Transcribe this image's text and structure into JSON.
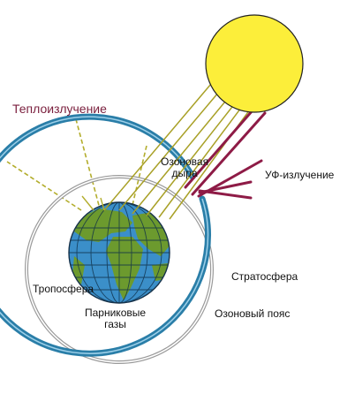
{
  "labels": {
    "heat_radiation": "Теплоизлучение",
    "ozone_hole_line1": "Озоновая",
    "ozone_hole_line2": "дыра",
    "uv_radiation": "УФ-излучение",
    "stratosphere": "Стратосфера",
    "troposphere": "Тропосфера",
    "greenhouse_line1": "Парниковые",
    "greenhouse_line2": "газы",
    "ozone_layer": "Озоновый пояс"
  },
  "colors": {
    "sun": "#fcee3a",
    "ozone_ring": "#2a7ea8",
    "uv_rays": "#8e1b46",
    "sun_rays": "#a8a026",
    "heat_rays": "#b3ad2c",
    "ocean": "#3b8fc9",
    "land": "#6c9a2e",
    "heading_text": "#7a1f3d"
  }
}
